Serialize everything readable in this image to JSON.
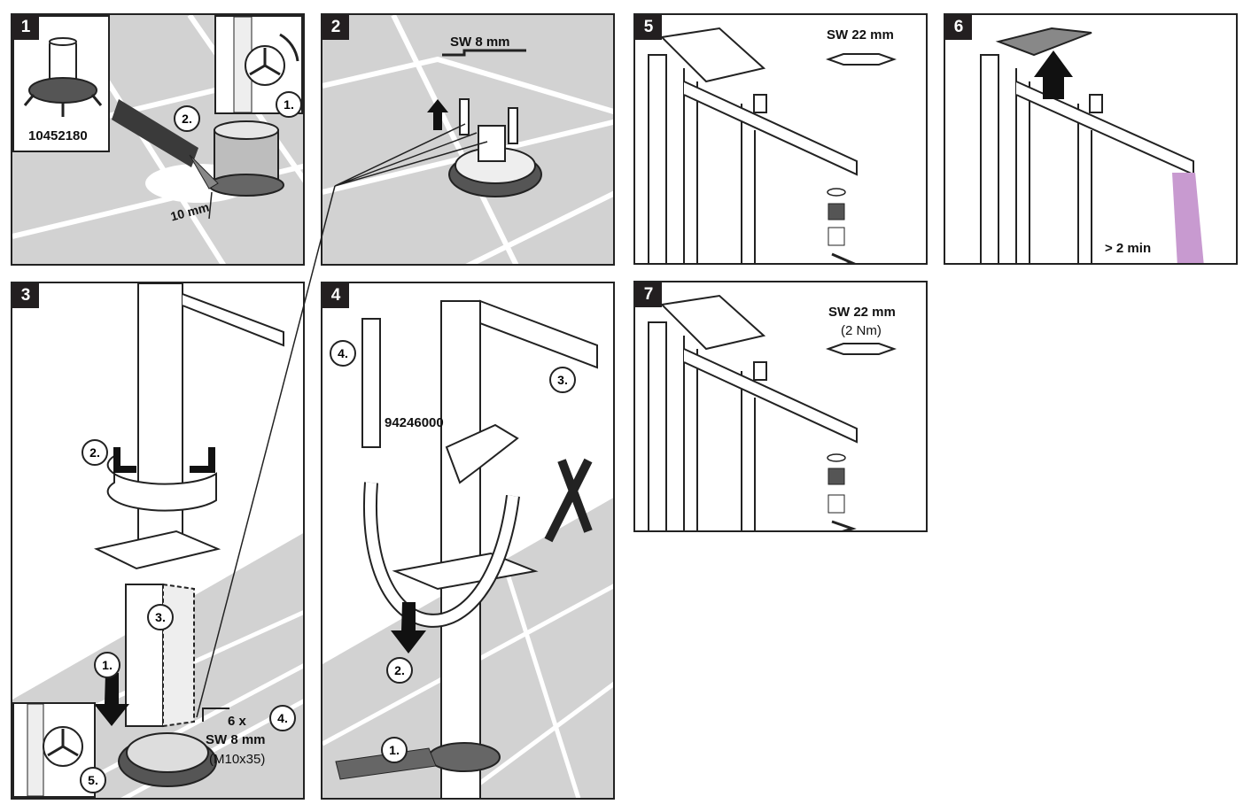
{
  "panels": {
    "p1": {
      "number": "1",
      "part_number": "10452180",
      "dimension": "10 mm",
      "steps": [
        "1.",
        "2."
      ]
    },
    "p2": {
      "number": "2",
      "tool": "SW 8 mm"
    },
    "p3": {
      "number": "3",
      "quantity": "6 x",
      "tool": "SW 8 mm",
      "screw": "(M10x35)",
      "steps": [
        "1.",
        "2.",
        "3.",
        "4.",
        "5."
      ]
    },
    "p4": {
      "number": "4",
      "part_number": "94246000",
      "steps": [
        "1.",
        "2.",
        "3.",
        "4."
      ]
    },
    "p5": {
      "number": "5",
      "tool": "SW 22 mm"
    },
    "p6": {
      "number": "6",
      "duration": "> 2 min"
    },
    "p7": {
      "number": "7",
      "tool": "SW 22 mm",
      "torque": "(2 Nm)"
    }
  },
  "colors": {
    "floor": "#d2d2d2",
    "wall": "#dcdcdc",
    "line": "#222222",
    "water": "#c89ad0"
  }
}
